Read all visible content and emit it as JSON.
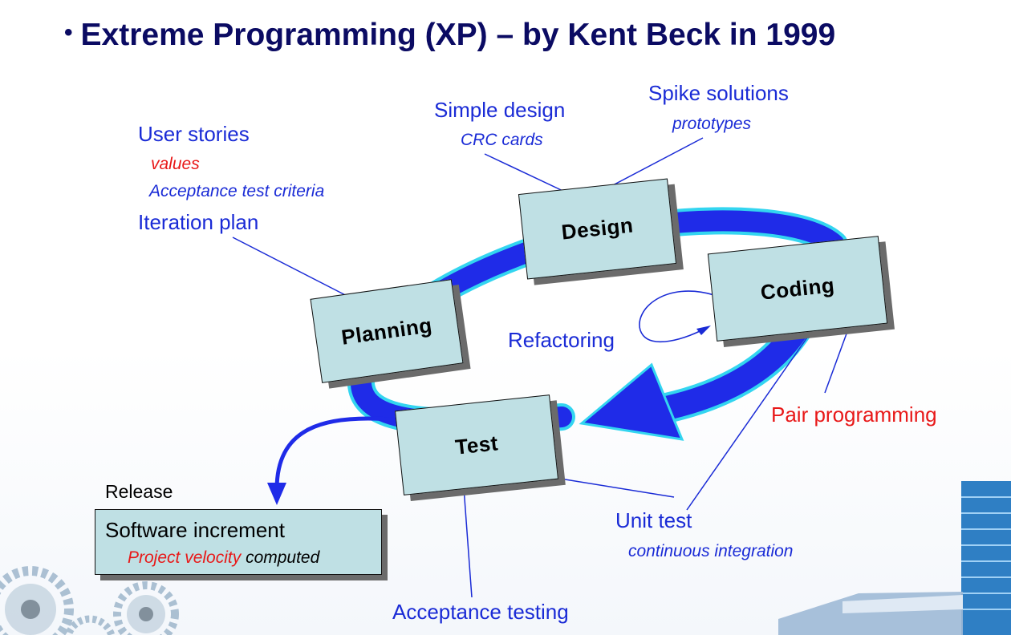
{
  "title": "Extreme Programming (XP) – by Kent Beck in 1999",
  "phases": {
    "design": "Design",
    "coding": "Coding",
    "planning": "Planning",
    "test": "Test"
  },
  "annotations": {
    "user_stories": "User stories",
    "values": "values",
    "acceptance_test_criteria": "Acceptance test criteria",
    "iteration_plan": "Iteration plan",
    "simple_design": "Simple design",
    "crc_cards": "CRC cards",
    "spike_solutions": "Spike solutions",
    "prototypes": "prototypes",
    "refactoring": "Refactoring",
    "pair_programming": "Pair programming",
    "unit_test": "Unit test",
    "continuous_integration": "continuous integration",
    "acceptance_testing": "Acceptance testing",
    "release": "Release"
  },
  "software_increment": {
    "title": "Software increment",
    "velocity": "Project velocity",
    "computed": "computed"
  },
  "colors": {
    "title": "#0b0b63",
    "annotation_blue": "#1a2bd6",
    "annotation_red": "#e81818",
    "phase_box": "#bfe0e4",
    "cycle_arrow": "#1f2be8",
    "cycle_outline": "#33d5f0"
  }
}
